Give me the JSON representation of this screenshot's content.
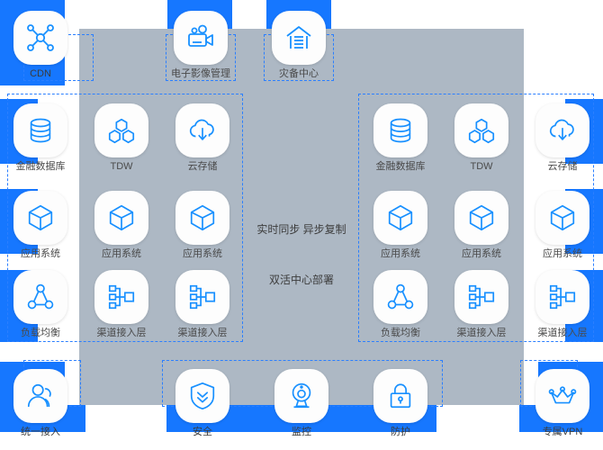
{
  "theme": {
    "accent_blue": "#1677ff",
    "icon_blue": "#1890ff",
    "panel_grey": "#adb8c4",
    "card_white": "#fdfdfd",
    "dash_blue": "#2b7fff",
    "label_color": "#4a4a4a"
  },
  "centre": {
    "line1": "实时同步  异步复制",
    "line2": "双活中心部署"
  },
  "top_row": [
    {
      "id": "cdn",
      "label": "CDN",
      "icon": "cdn-network-icon"
    },
    {
      "id": "eimg",
      "label": "电子影像管理",
      "icon": "video-camera-icon"
    },
    {
      "id": "dr-center",
      "label": "灾备中心",
      "icon": "warehouse-icon"
    }
  ],
  "left_cluster": {
    "rows": [
      [
        {
          "id": "l-db",
          "label": "金融数据库",
          "icon": "database-icon"
        },
        {
          "id": "l-tdw",
          "label": "TDW",
          "icon": "hex-cluster-icon"
        },
        {
          "id": "l-cos",
          "label": "云存储",
          "icon": "cloud-download-icon"
        }
      ],
      [
        {
          "id": "l-app1",
          "label": "应用系统",
          "icon": "cube-icon"
        },
        {
          "id": "l-app2",
          "label": "应用系统",
          "icon": "cube-icon"
        },
        {
          "id": "l-app3",
          "label": "应用系统",
          "icon": "cube-icon"
        }
      ],
      [
        {
          "id": "l-lb",
          "label": "负载均衡",
          "icon": "load-balancer-icon"
        },
        {
          "id": "l-ch1",
          "label": "渠道接入层",
          "icon": "sitemap-icon"
        },
        {
          "id": "l-ch2",
          "label": "渠道接入层",
          "icon": "sitemap-icon"
        }
      ]
    ]
  },
  "right_cluster": {
    "rows": [
      [
        {
          "id": "r-db",
          "label": "金融数据库",
          "icon": "database-icon"
        },
        {
          "id": "r-tdw",
          "label": "TDW",
          "icon": "hex-cluster-icon"
        },
        {
          "id": "r-cos",
          "label": "云存储",
          "icon": "cloud-download-icon"
        }
      ],
      [
        {
          "id": "r-app1",
          "label": "应用系统",
          "icon": "cube-icon"
        },
        {
          "id": "r-app2",
          "label": "应用系统",
          "icon": "cube-icon"
        },
        {
          "id": "r-app3",
          "label": "应用系统",
          "icon": "cube-icon"
        }
      ],
      [
        {
          "id": "r-lb",
          "label": "负载均衡",
          "icon": "load-balancer-icon"
        },
        {
          "id": "r-ch1",
          "label": "渠道接入层",
          "icon": "sitemap-icon"
        },
        {
          "id": "r-ch2",
          "label": "渠道接入层",
          "icon": "sitemap-icon"
        }
      ]
    ]
  },
  "bottom_row": [
    {
      "id": "b-user",
      "label": "统一接入",
      "icon": "user-icon"
    },
    {
      "id": "b-sec",
      "label": "安全",
      "icon": "shield-icon"
    },
    {
      "id": "b-mon",
      "label": "监控",
      "icon": "camera-monitor-icon"
    },
    {
      "id": "b-guard",
      "label": "防护",
      "icon": "lock-icon"
    },
    {
      "id": "b-vpn",
      "label": "专属VPN",
      "icon": "crown-icon"
    }
  ]
}
